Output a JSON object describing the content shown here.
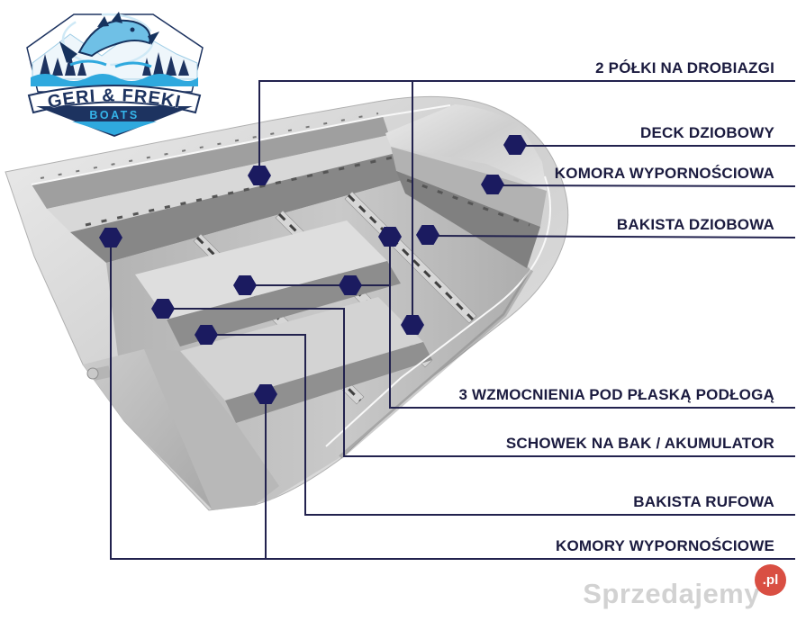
{
  "logo": {
    "title": "GERI & FREKI",
    "subtitle": "BOATS"
  },
  "labels": [
    {
      "id": "polki",
      "text": "2 PÓŁKI NA DROBIAZGI"
    },
    {
      "id": "deck-dziobowy",
      "text": "DECK DZIOBOWY"
    },
    {
      "id": "komora-wyp",
      "text": "KOMORA WYPORNOŚCIOWA"
    },
    {
      "id": "bakista-dziobowa",
      "text": "BAKISTA DZIOBOWA"
    },
    {
      "id": "wzmocnienia",
      "text": "3 WZMOCNIENIA POD PŁASKĄ PODŁOGĄ"
    },
    {
      "id": "schowek",
      "text": "SCHOWEK NA BAK / AKUMULATOR"
    },
    {
      "id": "bakista-rufowa",
      "text": "BAKISTA RUFOWA"
    },
    {
      "id": "komory-wyp",
      "text": "KOMORY WYPORNOŚCIOWE"
    }
  ],
  "watermark": {
    "name": "Sprzedajemy",
    "tld": ".pl"
  },
  "colors": {
    "label_navy": "#1b1b3f",
    "line_navy": "#22224e",
    "hexagon_navy": "#1b1b60",
    "logo_navy": "#1d3360",
    "logo_cyan": "#2fa9de",
    "watermark_gray": "#d2d2d2",
    "watermark_red": "#d94f43"
  }
}
